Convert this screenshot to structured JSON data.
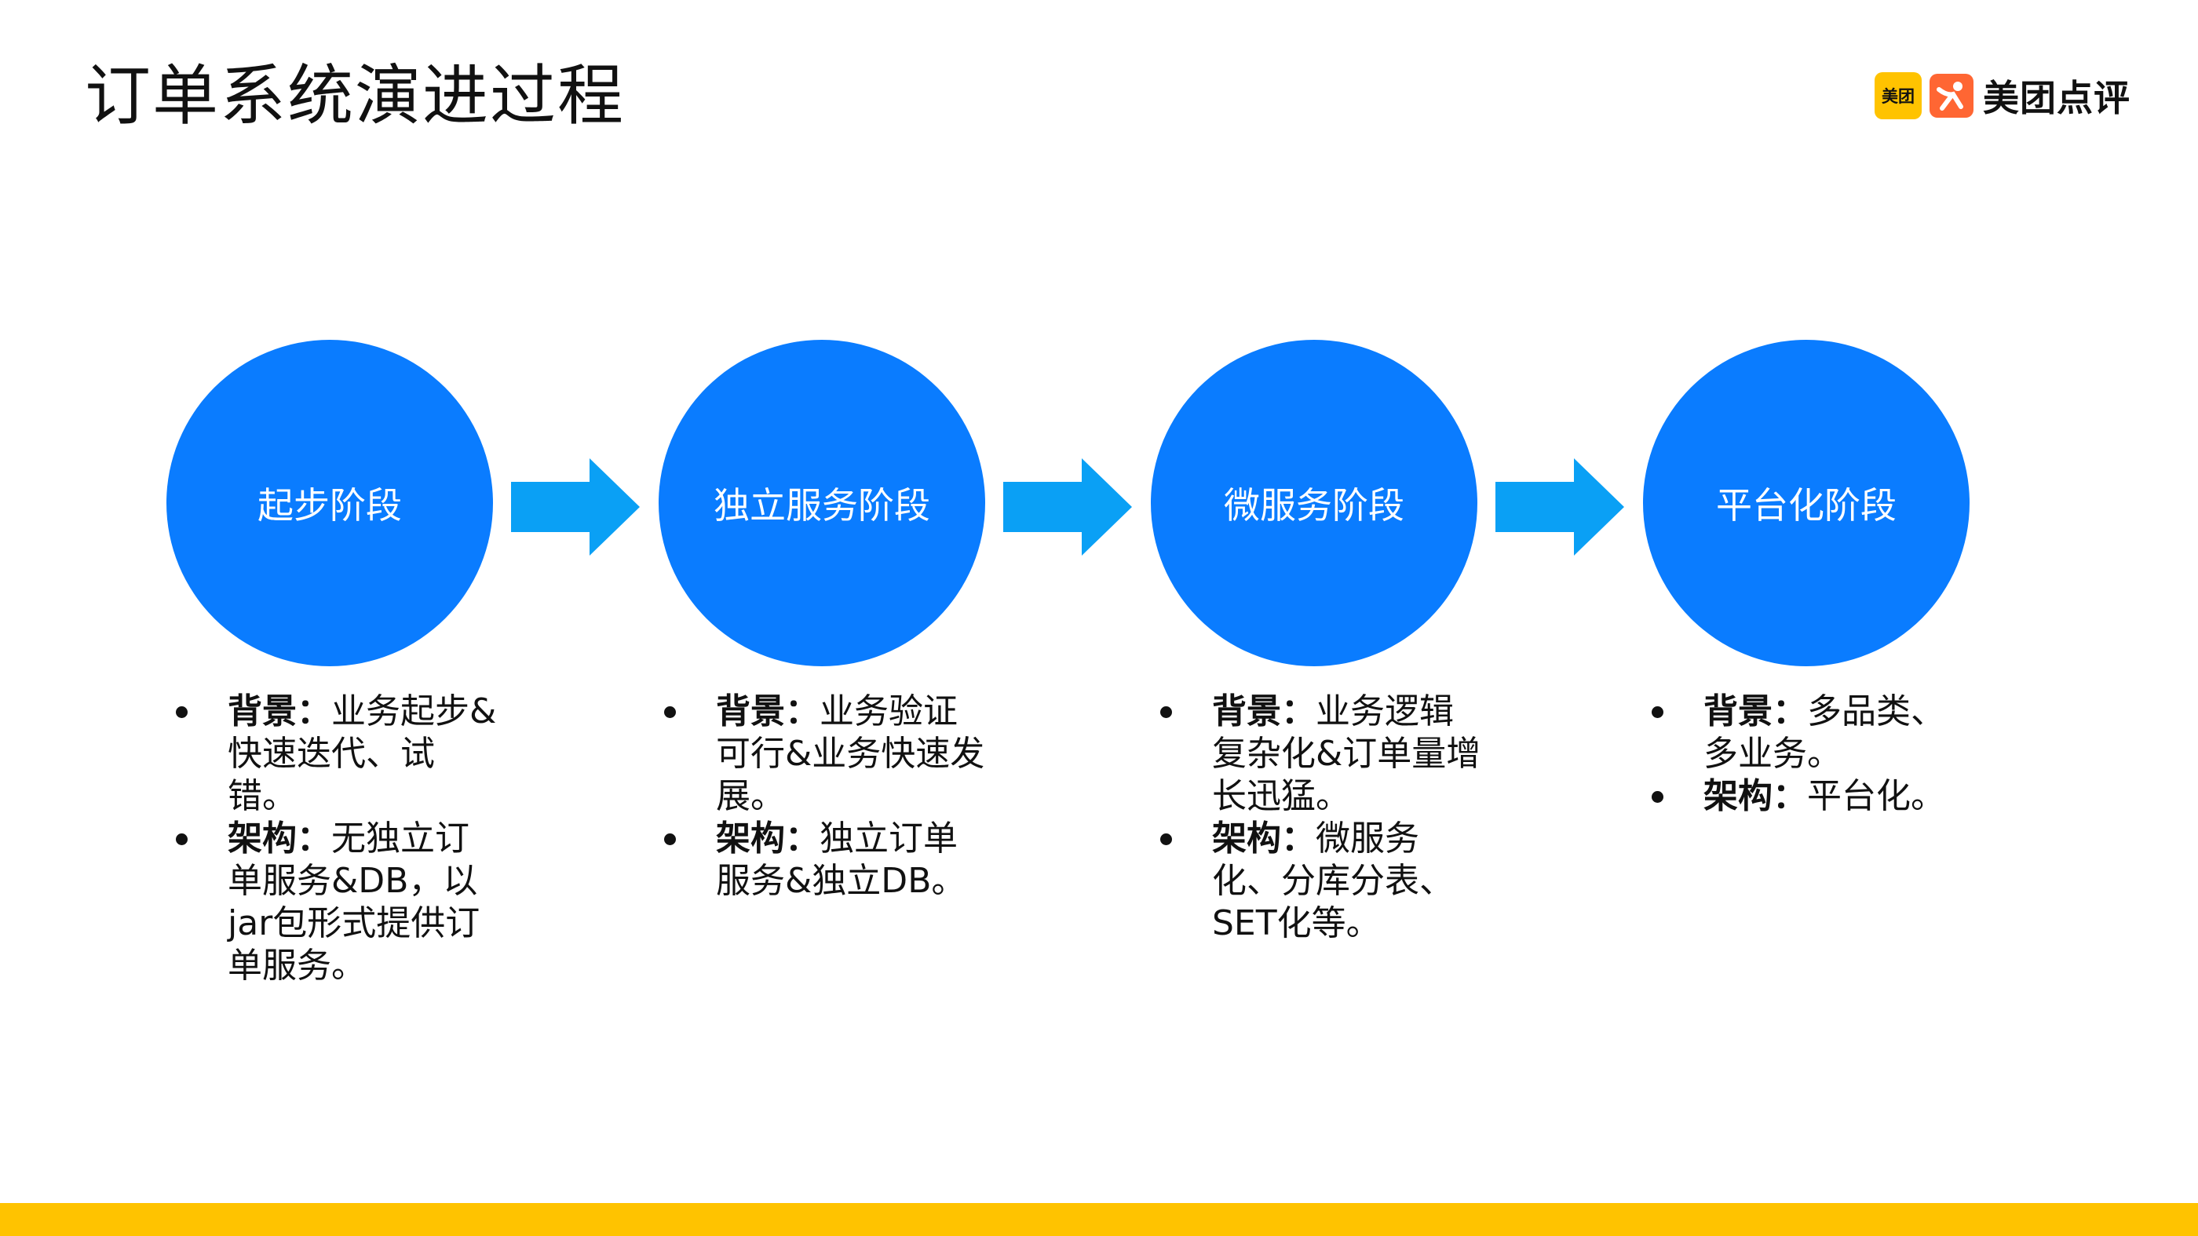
{
  "title": "订单系统演进过程",
  "logo": {
    "badge_text": "美团",
    "brand_text": "美团点评",
    "badge_color": "#FFC300",
    "icon_color": "#FF6633",
    "icon": "dianping-person-icon"
  },
  "colors": {
    "circle": "#0A7CFF",
    "arrow": "#0AA0F5",
    "bottom_bar": "#FFC300"
  },
  "stages": [
    {
      "label": "起步阶段",
      "items": [
        {
          "key": "背景：",
          "text": "业务起步&快速迭代、试错。"
        },
        {
          "key": "架构：",
          "text": "无独立订单服务&DB，以jar包形式提供订单服务。"
        }
      ]
    },
    {
      "label": "独立服务阶段",
      "items": [
        {
          "key": "背景：",
          "text": "业务验证可行&业务快速发展。"
        },
        {
          "key": "架构：",
          "text": "独立订单服务&独立DB。"
        }
      ]
    },
    {
      "label": "微服务阶段",
      "items": [
        {
          "key": "背景：",
          "text": "业务逻辑复杂化&订单量增长迅猛。"
        },
        {
          "key": "架构：",
          "text": "微服务化、分库分表、SET化等。"
        }
      ]
    },
    {
      "label": "平台化阶段",
      "items": [
        {
          "key": "背景：",
          "text": "多品类、多业务。"
        },
        {
          "key": "架构：",
          "text": "平台化。"
        }
      ]
    }
  ]
}
